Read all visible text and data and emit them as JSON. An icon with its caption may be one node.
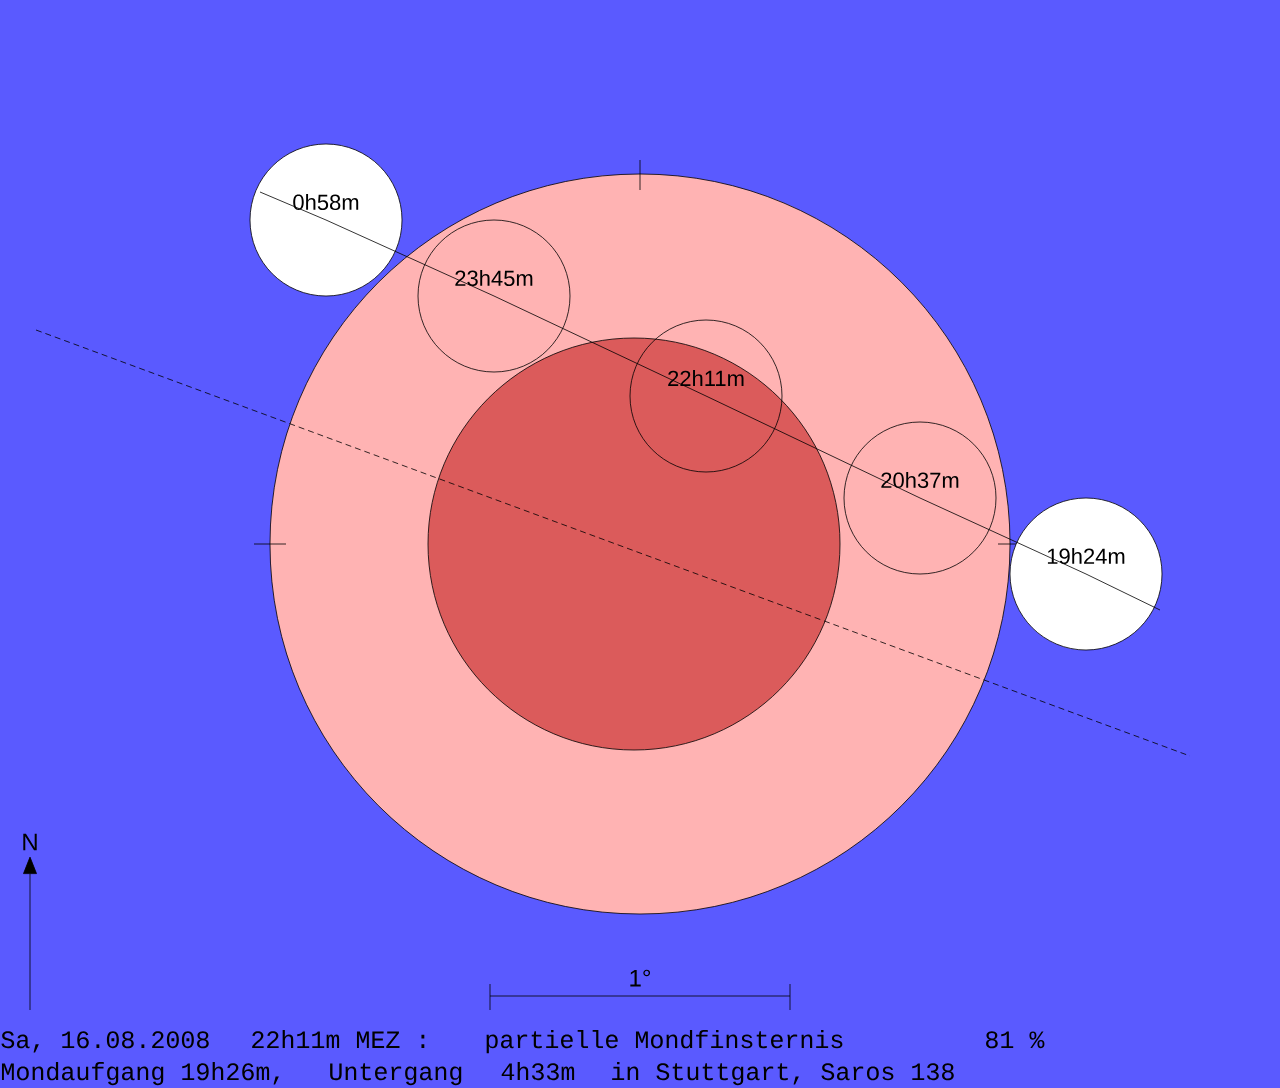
{
  "diagram": {
    "nodes": [
      {
        "text": [
          "0h58m"
        ]
      },
      {
        "text": [
          "23h45m"
        ]
      },
      {
        "text": [
          "22h11m"
        ]
      },
      {
        "text": [
          "20h37m"
        ]
      },
      {
        "text": [
          "19h24m"
        ]
      }
    ],
    "edges": [
      {
        "from": 0,
        "to": 1,
        "arrow": "none"
      },
      {
        "from": 1,
        "to": 2,
        "arrow": "none"
      },
      {
        "from": 2,
        "to": 3,
        "arrow": "none"
      },
      {
        "from": 3,
        "to": 4,
        "arrow": "none"
      }
    ],
    "labels": [
      "N",
      "1°",
      "Sa, 16.08.2008",
      "22h11m MEZ :",
      "partielle Mondfinsternis",
      "81 %",
      "Mondaufgang 19h26m,",
      "Untergang",
      "4h33m",
      "in Stuttgart, Saros 138"
    ]
  }
}
